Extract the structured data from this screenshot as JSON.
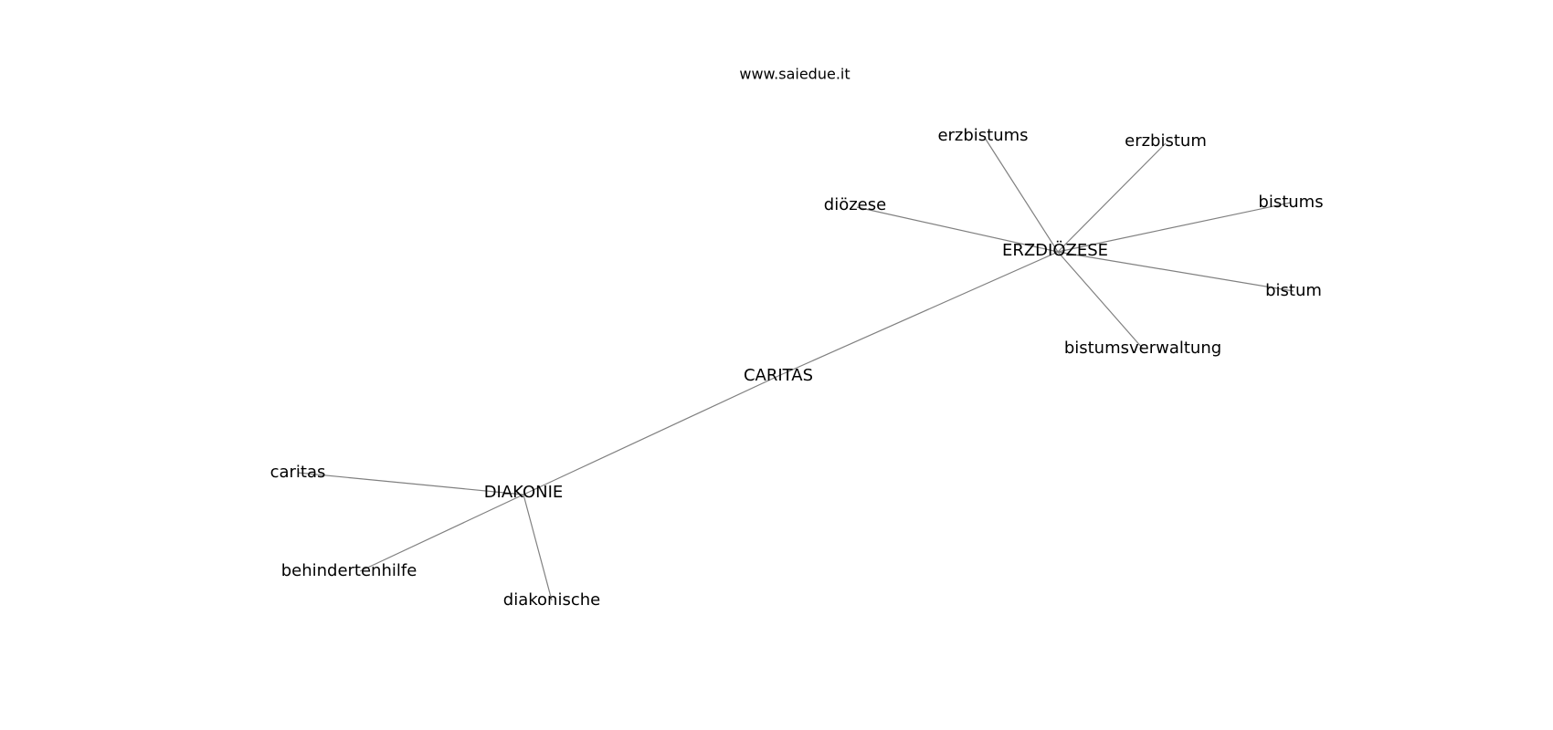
{
  "watermark": "www.saiedue.it",
  "graph": {
    "nodes": [
      {
        "id": "caritas_hub",
        "label": "CARITAS"
      },
      {
        "id": "erzdioezese",
        "label": "ERZDIÖZESE"
      },
      {
        "id": "diakonie",
        "label": "DIAKONIE"
      },
      {
        "id": "erzbistums",
        "label": "erzbistums"
      },
      {
        "id": "erzbistum",
        "label": "erzbistum"
      },
      {
        "id": "dioezese",
        "label": "diözese"
      },
      {
        "id": "bistums",
        "label": "bistums"
      },
      {
        "id": "bistum",
        "label": "bistum"
      },
      {
        "id": "bistumsverwaltung",
        "label": "bistumsverwaltung"
      },
      {
        "id": "caritas",
        "label": "caritas"
      },
      {
        "id": "behindertenhilfe",
        "label": "behindertenhilfe"
      },
      {
        "id": "diakonische",
        "label": "diakonische"
      }
    ],
    "edges": [
      [
        "caritas_hub",
        "erzdioezese"
      ],
      [
        "caritas_hub",
        "diakonie"
      ],
      [
        "erzdioezese",
        "erzbistums"
      ],
      [
        "erzdioezese",
        "erzbistum"
      ],
      [
        "erzdioezese",
        "dioezese"
      ],
      [
        "erzdioezese",
        "bistums"
      ],
      [
        "erzdioezese",
        "bistum"
      ],
      [
        "erzdioezese",
        "bistumsverwaltung"
      ],
      [
        "diakonie",
        "caritas"
      ],
      [
        "diakonie",
        "behindertenhilfe"
      ],
      [
        "diakonie",
        "diakonische"
      ]
    ]
  },
  "colors": {
    "edge": "#808080",
    "text": "#000000",
    "background": "#ffffff"
  }
}
